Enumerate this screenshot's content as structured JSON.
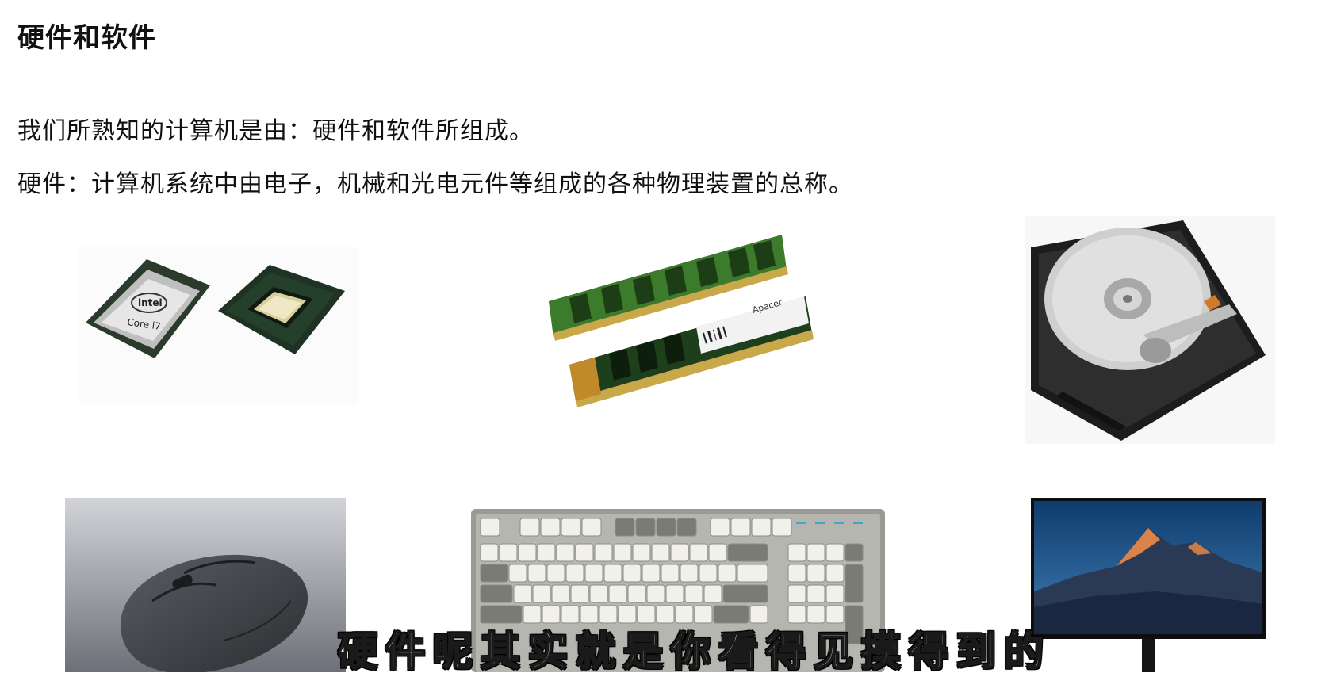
{
  "slide": {
    "title": "硬件和软件",
    "paragraphs": [
      "我们所熟知的计算机是由：硬件和软件所组成。",
      "硬件：计算机系统中由电子，机械和光电元件等组成的各种物理装置的总称。"
    ]
  },
  "images": {
    "cpu": {
      "brand_text": "intel",
      "model_text": "Core i7"
    },
    "ram": {
      "brand_text": "Apacer"
    },
    "hdd": {},
    "mouse": {},
    "keyboard": {},
    "monitor": {}
  },
  "subtitle": "硬件呢其实就是你看得见摸得到的"
}
